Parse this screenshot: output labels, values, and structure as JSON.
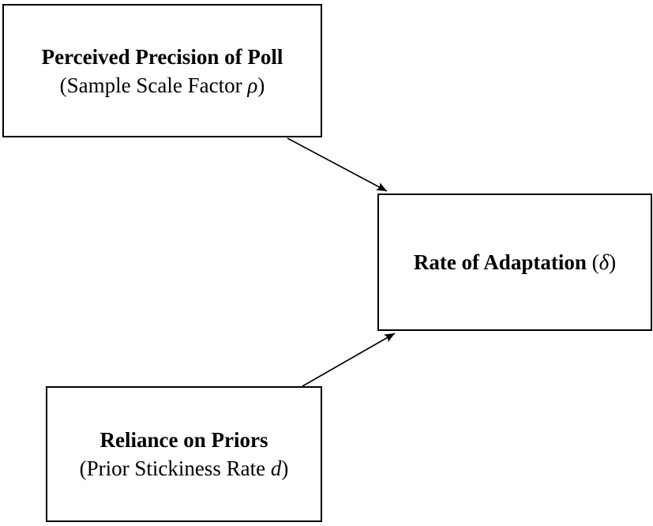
{
  "diagram": {
    "background_color": "#ffffff",
    "line_color": "#000000",
    "nodes": [
      {
        "id": "perceived-precision",
        "title": "Perceived Precision of Poll",
        "sub_prefix": "(Sample Scale Factor ",
        "sub_symbol": "ρ",
        "sub_suffix": ")"
      },
      {
        "id": "rate-of-adaptation",
        "title": "Rate of Adaptation",
        "sub_prefix": " (",
        "sub_symbol": "δ",
        "sub_suffix": ")"
      },
      {
        "id": "reliance-on-priors",
        "title": "Reliance on Priors",
        "sub_prefix": "(Prior Stickiness Rate ",
        "sub_symbol": "d",
        "sub_suffix": ")"
      }
    ],
    "edges": [
      {
        "from": "perceived-precision",
        "to": "rate-of-adaptation"
      },
      {
        "from": "reliance-on-priors",
        "to": "rate-of-adaptation"
      }
    ]
  }
}
